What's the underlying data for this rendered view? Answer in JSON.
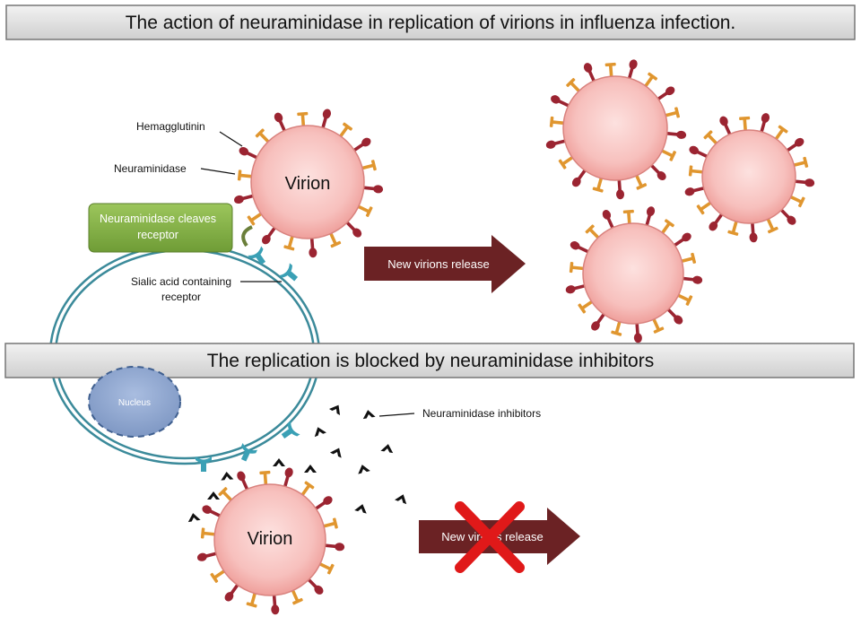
{
  "titles": {
    "top": "The action of neuraminidase in replication of virions in influenza infection.",
    "middle": "The replication is blocked by neuraminidase inhibitors"
  },
  "labels": {
    "hemagglutinin": "Hemagglutinin",
    "neuraminidase": "Neuraminidase",
    "sialic_line1": "Sialic acid containing",
    "sialic_line2": "receptor",
    "cleaves_line1": "Neuraminidase cleaves",
    "cleaves_line2": "receptor",
    "nucleus": "Nucleus",
    "inhibitors": "Neuraminidase inhibitors",
    "virion_top": "Virion",
    "virion_bottom": "Virion",
    "release_top": "New virions release",
    "release_bottom": "New virions release"
  },
  "colors": {
    "virion_fill": "#f7c0bd",
    "hemagglutinin": "#9b2431",
    "neuraminidase": "#e0962f",
    "cell_membrane": "#3b8a9a",
    "receptor": "#3aa0b5",
    "nucleus": "#8fa8d0",
    "green_box": "#86b34a",
    "arrow": "#6b2224",
    "blocked_x": "#e01919",
    "inhibitor": "#111111"
  }
}
